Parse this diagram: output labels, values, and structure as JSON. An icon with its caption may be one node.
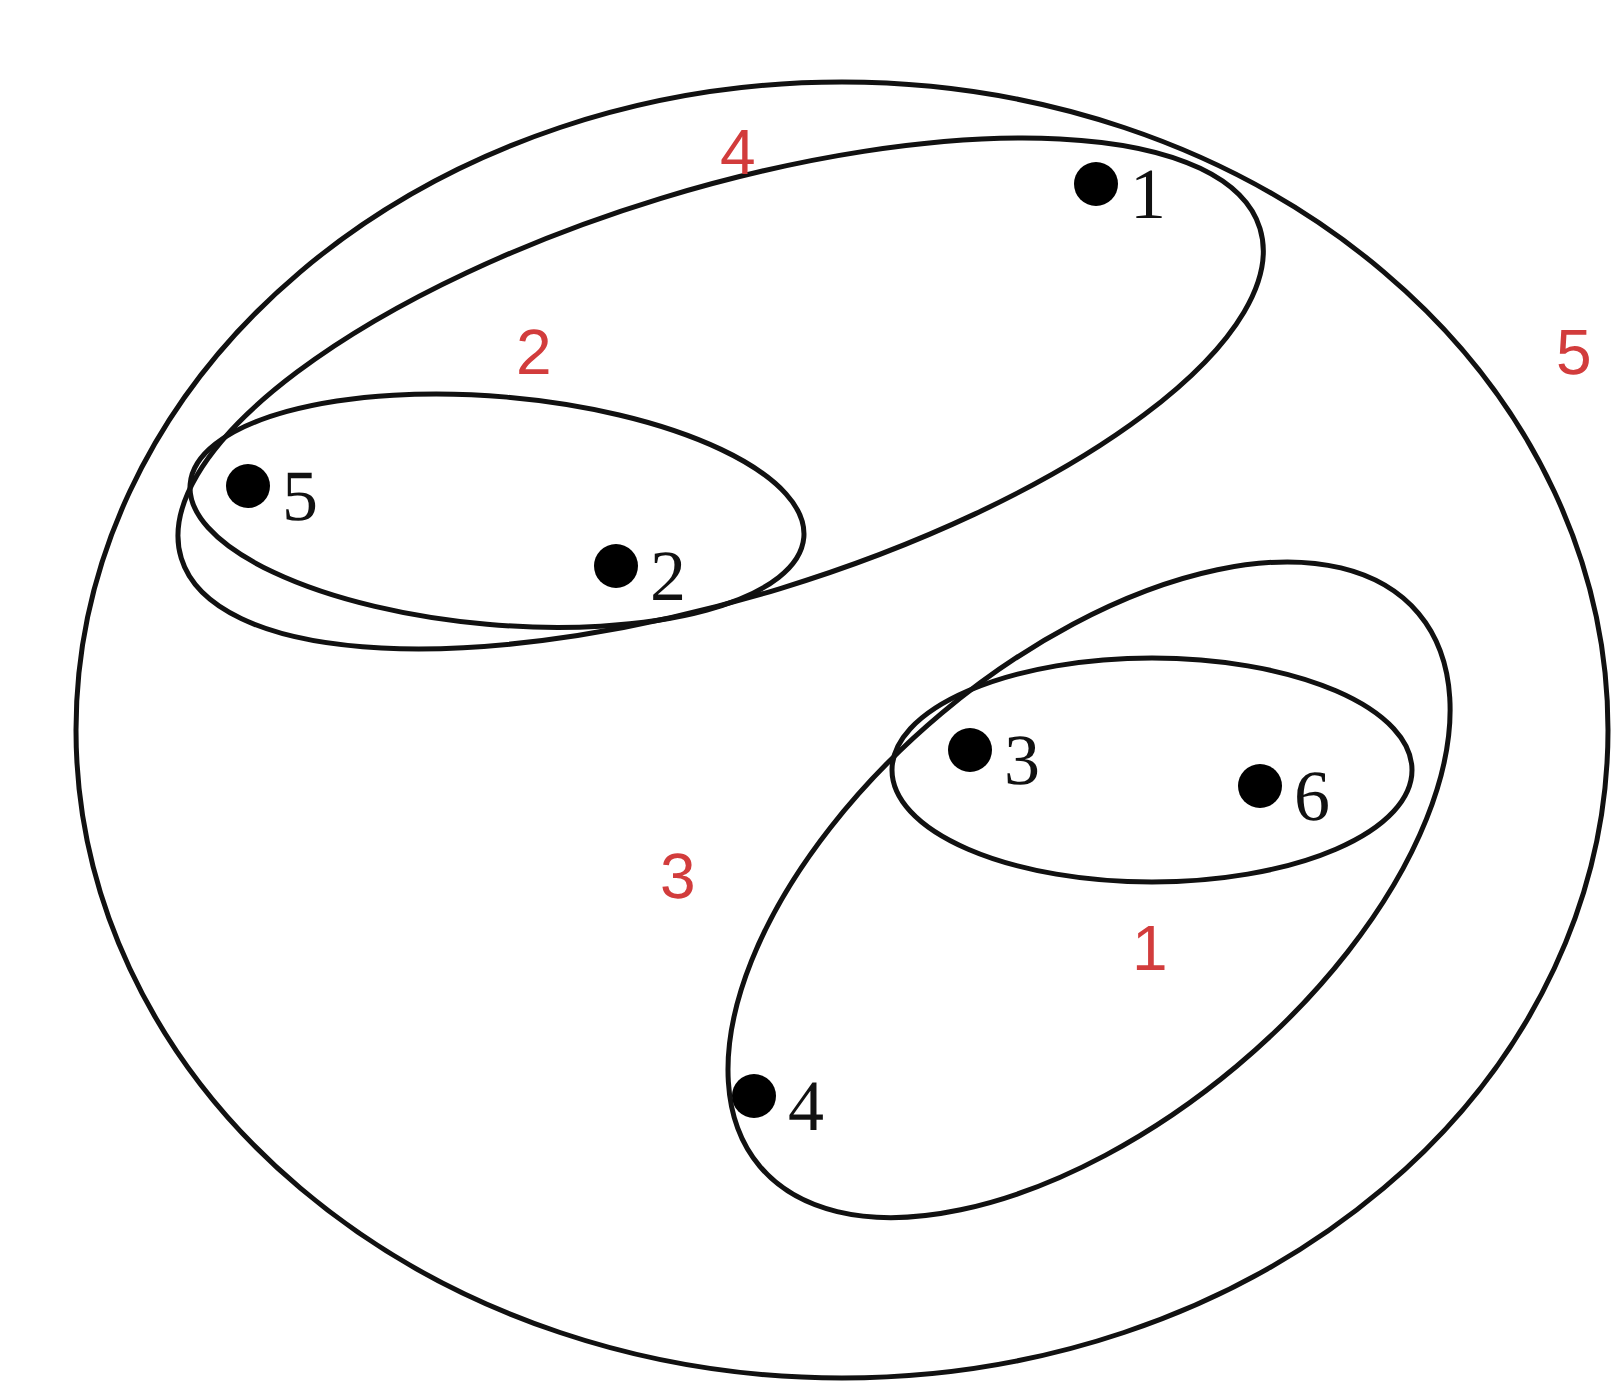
{
  "diagram": {
    "nodes": [
      {
        "text": [],
        "shape": "ellipse",
        "beside": [
          "5"
        ]
      },
      {
        "text": [],
        "shape": "ellipse",
        "in": 0,
        "beside": [
          "4"
        ]
      },
      {
        "text": [
          "1"
        ],
        "in": 1
      },
      {
        "text": [],
        "shape": "ellipse",
        "in": 1,
        "beside": [
          "2"
        ]
      },
      {
        "text": [
          "5"
        ],
        "in": 3
      },
      {
        "text": [
          "2"
        ],
        "in": 3
      },
      {
        "text": [],
        "shape": "ellipse",
        "in": 0,
        "beside": [
          "3"
        ]
      },
      {
        "text": [],
        "shape": "ellipse",
        "in": 6,
        "beside": [
          "1"
        ]
      },
      {
        "text": [
          "3"
        ],
        "in": 7
      },
      {
        "text": [
          "6"
        ],
        "in": 7
      },
      {
        "text": [
          "4"
        ],
        "in": 6
      }
    ]
  }
}
